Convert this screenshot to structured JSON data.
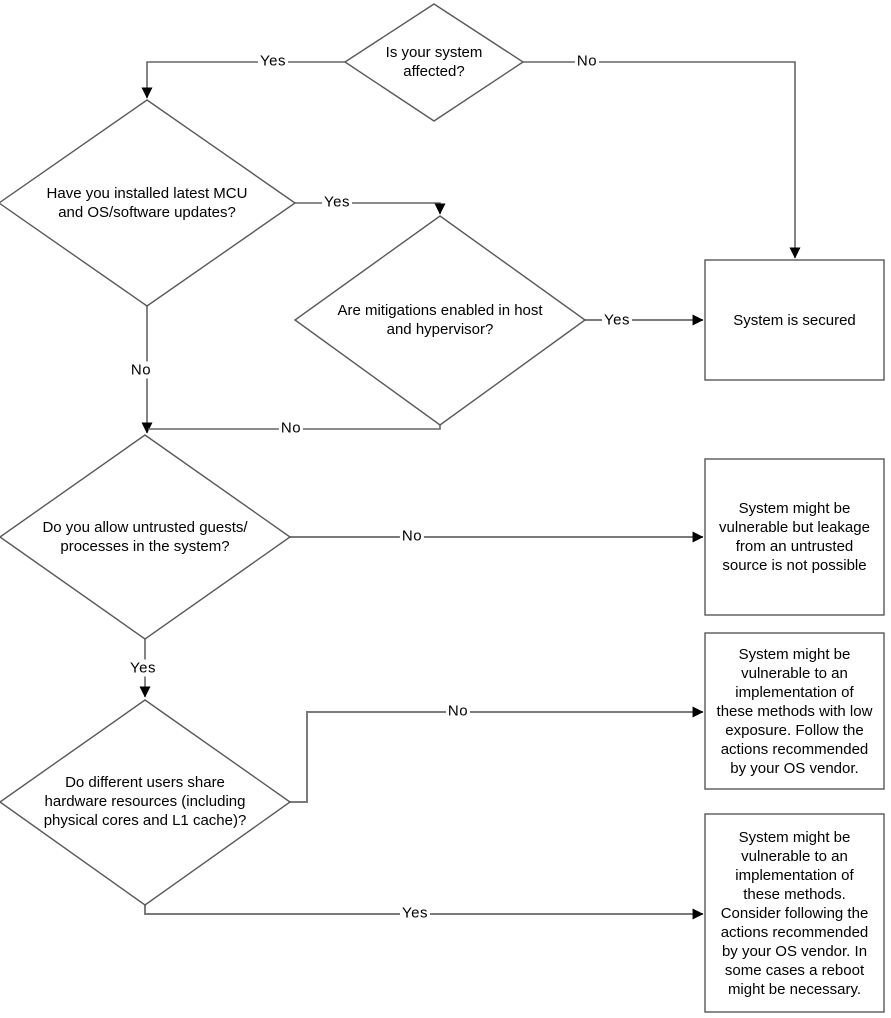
{
  "diagram": {
    "type": "flowchart",
    "colors": {
      "background": "#ffffff",
      "shape_border": "#595959",
      "connector": "#7a7a7a",
      "arrowhead": "#000000",
      "text": "#000000"
    },
    "nodes": {
      "affected": {
        "kind": "decision",
        "label": "Is your system\naffected?"
      },
      "updates": {
        "kind": "decision",
        "label": "Have you installed latest MCU\nand OS/software updates?"
      },
      "mitigations": {
        "kind": "decision",
        "label": "Are mitigations enabled in host\nand hypervisor?"
      },
      "untrusted": {
        "kind": "decision",
        "label": "Do you allow untrusted guests/\nprocesses in the system?"
      },
      "sharing": {
        "kind": "decision",
        "label": "Do different users share\nhardware resources (including\nphysical cores and L1 cache)?"
      },
      "secured": {
        "kind": "terminal",
        "label": "System is secured"
      },
      "no_leakage": {
        "kind": "terminal",
        "label": "System might be\nvulnerable but leakage\nfrom an untrusted\nsource is not possible"
      },
      "low_exposure": {
        "kind": "terminal",
        "label": "System might be\nvulnerable to an\nimplementation of\nthese methods with low\nexposure. Follow the\nactions recommended\nby your OS vendor."
      },
      "vulnerable": {
        "kind": "terminal",
        "label": "System might be\nvulnerable to an\nimplementation of\nthese methods.\nConsider following the\nactions recommended\nby your OS vendor. In\nsome cases a reboot\nmight be necessary."
      }
    },
    "edges": {
      "affected_yes": "Yes",
      "affected_no": "No",
      "updates_yes": "Yes",
      "updates_no": "No",
      "mitigations_yes": "Yes",
      "mitigations_no": "No",
      "untrusted_no": "No",
      "untrusted_yes": "Yes",
      "sharing_no": "No",
      "sharing_yes": "Yes"
    }
  }
}
